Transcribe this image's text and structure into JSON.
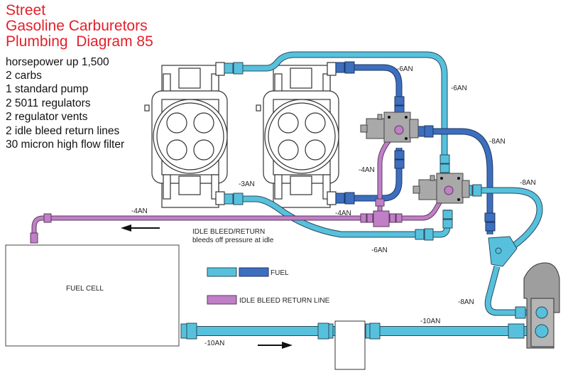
{
  "title": {
    "line1": "Street",
    "line2": "Gasoline Carburetors",
    "line3": "Plumbing  Diagram 85"
  },
  "specs": [
    "horsepower up 1,500",
    "2 carbs",
    "1 standard pump",
    "2 5011 regulators",
    "2 regulator vents",
    "2 idle bleed return lines",
    "30 micron high flow filter"
  ],
  "hose_labels": {
    "top_feed_6an": "-6AN",
    "right_feed_6an": "-6AN",
    "reg1_bleed_4an": "-4AN",
    "carb_3an": "-3AN",
    "tee_4an": "-4AN",
    "return_4an": "-4AN",
    "lower_6an": "-6AN",
    "reg1_out_8an": "-8AN",
    "reg2_in_8an": "-8AN",
    "pump_8an": "-8AN",
    "pump_out_10an": "-10AN",
    "cell_out_10an": "-10AN"
  },
  "annotations": {
    "idle_bleed_title": "IDLE BLEED/RETURN",
    "idle_bleed_desc": "bleeds off pressure at idle"
  },
  "components": {
    "fuel_cell": "FUEL CELL"
  },
  "legend": {
    "fuel": "FUEL",
    "idle_bleed": "IDLE BLEED RETURN LINE"
  },
  "colors": {
    "title_red": "#e3202a",
    "fuel_light": "#57c1dd",
    "fuel_dark": "#3d6fbf",
    "idle_bleed": "#c07fc6",
    "regulator_gray": "#a9a9a9"
  }
}
